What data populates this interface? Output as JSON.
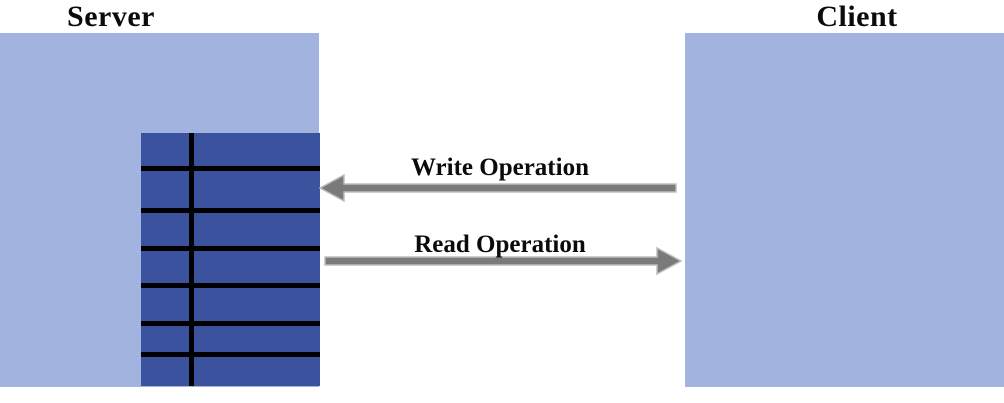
{
  "diagram": {
    "type": "client-server-flow-diagram",
    "background_color": "#ffffff",
    "panel_color": "#a3b3df",
    "database_color": "#3b539f",
    "arrow_color": "#7a7a7a",
    "text_color": "#0b0b0b",
    "server": {
      "title": "Server",
      "panel_name": "server-panel",
      "database": {
        "name": "database-table",
        "rows": 7,
        "columns": 2,
        "grid_line_color": "#000000"
      }
    },
    "client": {
      "title": "Client",
      "panel_name": "client-panel"
    },
    "flows": [
      {
        "label": "Write Operation",
        "direction": "client-to-server",
        "arrow_points": "left"
      },
      {
        "label": "Read Operation",
        "direction": "server-to-client",
        "arrow_points": "right"
      }
    ]
  }
}
